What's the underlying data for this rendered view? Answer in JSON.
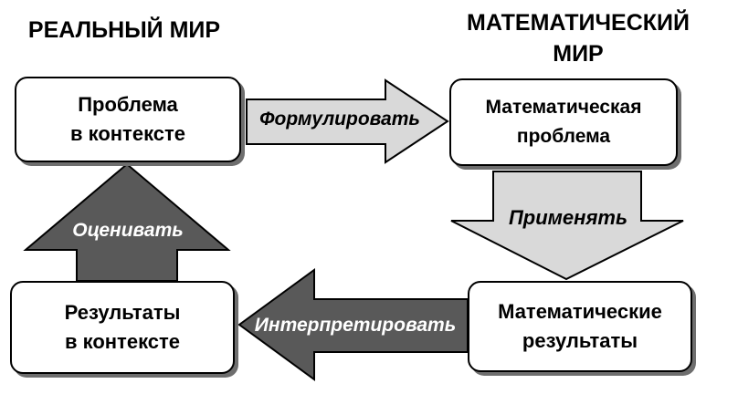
{
  "headings": {
    "real_world": "РЕАЛЬНЫЙ МИР",
    "math_world": "МАТЕМАТИЧЕСКИЙ\nМИР"
  },
  "boxes": {
    "problem_in_context": "Проблема\nв контексте",
    "math_problem": "Математическая\nпроблема",
    "math_results": "Математические\nрезультаты",
    "results_in_context": "Результаты\nв контексте"
  },
  "arrows": {
    "formulate": "Формулировать",
    "apply": "Применять",
    "interpret": "Интерпретировать",
    "evaluate": "Оценивать"
  },
  "colors": {
    "arrow_light_fill": "#d9d9d9",
    "arrow_dark_fill": "#595959",
    "box_border": "#000000",
    "box_shadow": "#6e6e6e"
  }
}
